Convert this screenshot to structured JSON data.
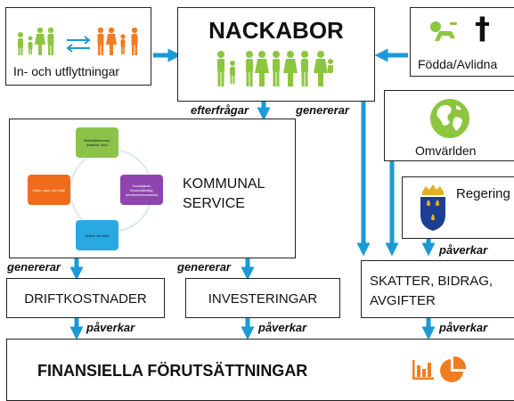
{
  "migration": {
    "label": "In- och utflyttningar"
  },
  "center": {
    "title": "NACKABOR"
  },
  "births": {
    "label": "Födda/Avlidna"
  },
  "world": {
    "label": "Omvärlden"
  },
  "government": {
    "label": "Regering"
  },
  "service": {
    "title_line1": "KOMMUNAL",
    "title_line2": "SERVICE",
    "cycle_items": [
      {
        "label": "Samhällsservice, livsstöd, stöd",
        "color": "#8bc34a"
      },
      {
        "label": "Socialtjänst, Sysselsättning, arbetsmarknadsstöd",
        "color": "#8e44ad"
      },
      {
        "label": "Kultur och fritid",
        "color": "#29a9e1"
      },
      {
        "label": "Natur, park och miljö",
        "color": "#ef6c1a"
      }
    ]
  },
  "operations": {
    "label": "DRIFTKOSTNADER"
  },
  "investments": {
    "label": "INVESTERINGAR"
  },
  "taxes": {
    "line1": "SKATTER, BIDRAG,",
    "line2": "AVGIFTER"
  },
  "finance": {
    "label": "FINANSIELLA FÖRUTSÄTTNINGAR"
  },
  "arrow_labels": {
    "demands": "efterfrågar",
    "generates_center": "genererar",
    "generates_ops": "genererar",
    "generates_inv": "genererar",
    "affects_gov": "påverkar",
    "affects_ops": "påverkar",
    "affects_inv": "påverkar",
    "affects_tax": "påverkar"
  },
  "colors": {
    "arrow": "#1b9ad6",
    "people": "#8cc63f",
    "migration_people": "#f07d22",
    "accent_orange": "#f07d22"
  }
}
